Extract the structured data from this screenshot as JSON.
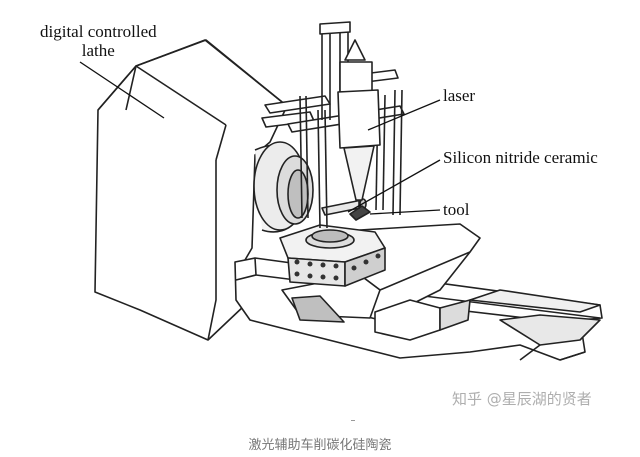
{
  "labels": {
    "lathe_line1": "digital controlled",
    "lathe_line2": "lathe",
    "laser": "laser",
    "silicon_nitride": "Silicon nitride ceramic",
    "tool": "tool"
  },
  "watermark": "知乎 @星辰湖的贤者",
  "caption": "激光辅助车削碳化硅陶瓷"
}
